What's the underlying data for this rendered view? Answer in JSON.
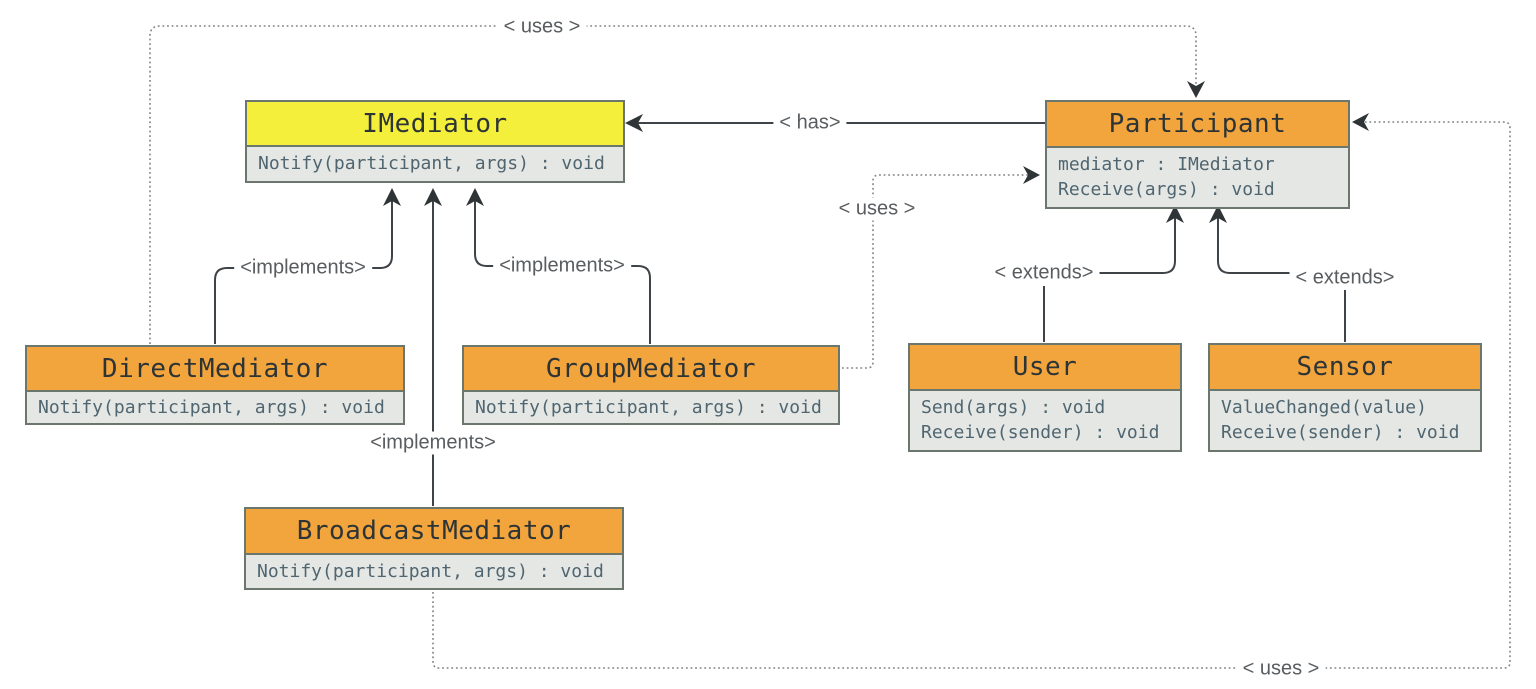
{
  "diagram": {
    "type": "uml-class-diagram",
    "pattern": "Mediator",
    "colors": {
      "interface_header": "#f4ef3b",
      "class_header": "#f2a43d",
      "body_background": "#e5e7e4",
      "box_border": "#6b766d",
      "title_text": "#2d3436",
      "member_text": "#4f6570",
      "connector_label_text": "#595d60",
      "solid_line": "#3e4347",
      "dotted_line": "#7e8385"
    },
    "classes": [
      {
        "id": "imediator",
        "name": "IMediator",
        "kind": "interface",
        "members": [
          "Notify(participant, args) : void"
        ]
      },
      {
        "id": "participant",
        "name": "Participant",
        "kind": "class",
        "members": [
          "mediator : IMediator",
          "Receive(args) : void"
        ]
      },
      {
        "id": "directmediator",
        "name": "DirectMediator",
        "kind": "class",
        "members": [
          "Notify(participant, args) : void"
        ]
      },
      {
        "id": "groupmediator",
        "name": "GroupMediator",
        "kind": "class",
        "members": [
          "Notify(participant, args) : void"
        ]
      },
      {
        "id": "broadcastmediator",
        "name": "BroadcastMediator",
        "kind": "class",
        "members": [
          "Notify(participant, args) : void"
        ]
      },
      {
        "id": "user",
        "name": "User",
        "kind": "class",
        "members": [
          "Send(args) : void",
          "Receive(sender) : void"
        ]
      },
      {
        "id": "sensor",
        "name": "Sensor",
        "kind": "class",
        "members": [
          "ValueChanged(value)",
          "Receive(sender) : void"
        ]
      }
    ],
    "relationships": [
      {
        "name": "uses-top",
        "label": "< uses >",
        "from": "DirectMediator",
        "to": "Participant",
        "style": "dotted-arrow"
      },
      {
        "name": "has",
        "label": "< has>",
        "from": "Participant",
        "to": "IMediator",
        "style": "solid-arrow"
      },
      {
        "name": "uses-middle",
        "label": "< uses >",
        "from": "GroupMediator",
        "to": "Participant",
        "style": "dotted-arrow"
      },
      {
        "name": "implements-direct",
        "label": "<implements>",
        "from": "DirectMediator",
        "to": "IMediator",
        "style": "solid-arrow"
      },
      {
        "name": "implements-broadcast",
        "label": "<implements>",
        "from": "BroadcastMediator",
        "to": "IMediator",
        "style": "solid-arrow"
      },
      {
        "name": "implements-group",
        "label": "<implements>",
        "from": "GroupMediator",
        "to": "IMediator",
        "style": "solid-arrow"
      },
      {
        "name": "extends-user",
        "label": "< extends>",
        "from": "User",
        "to": "Participant",
        "style": "solid-arrow"
      },
      {
        "name": "extends-sensor",
        "label": "< extends>",
        "from": "Sensor",
        "to": "Participant",
        "style": "solid-arrow"
      },
      {
        "name": "uses-bottom",
        "label": "< uses >",
        "from": "BroadcastMediator",
        "to": "Participant",
        "style": "dotted-arrow"
      }
    ]
  }
}
